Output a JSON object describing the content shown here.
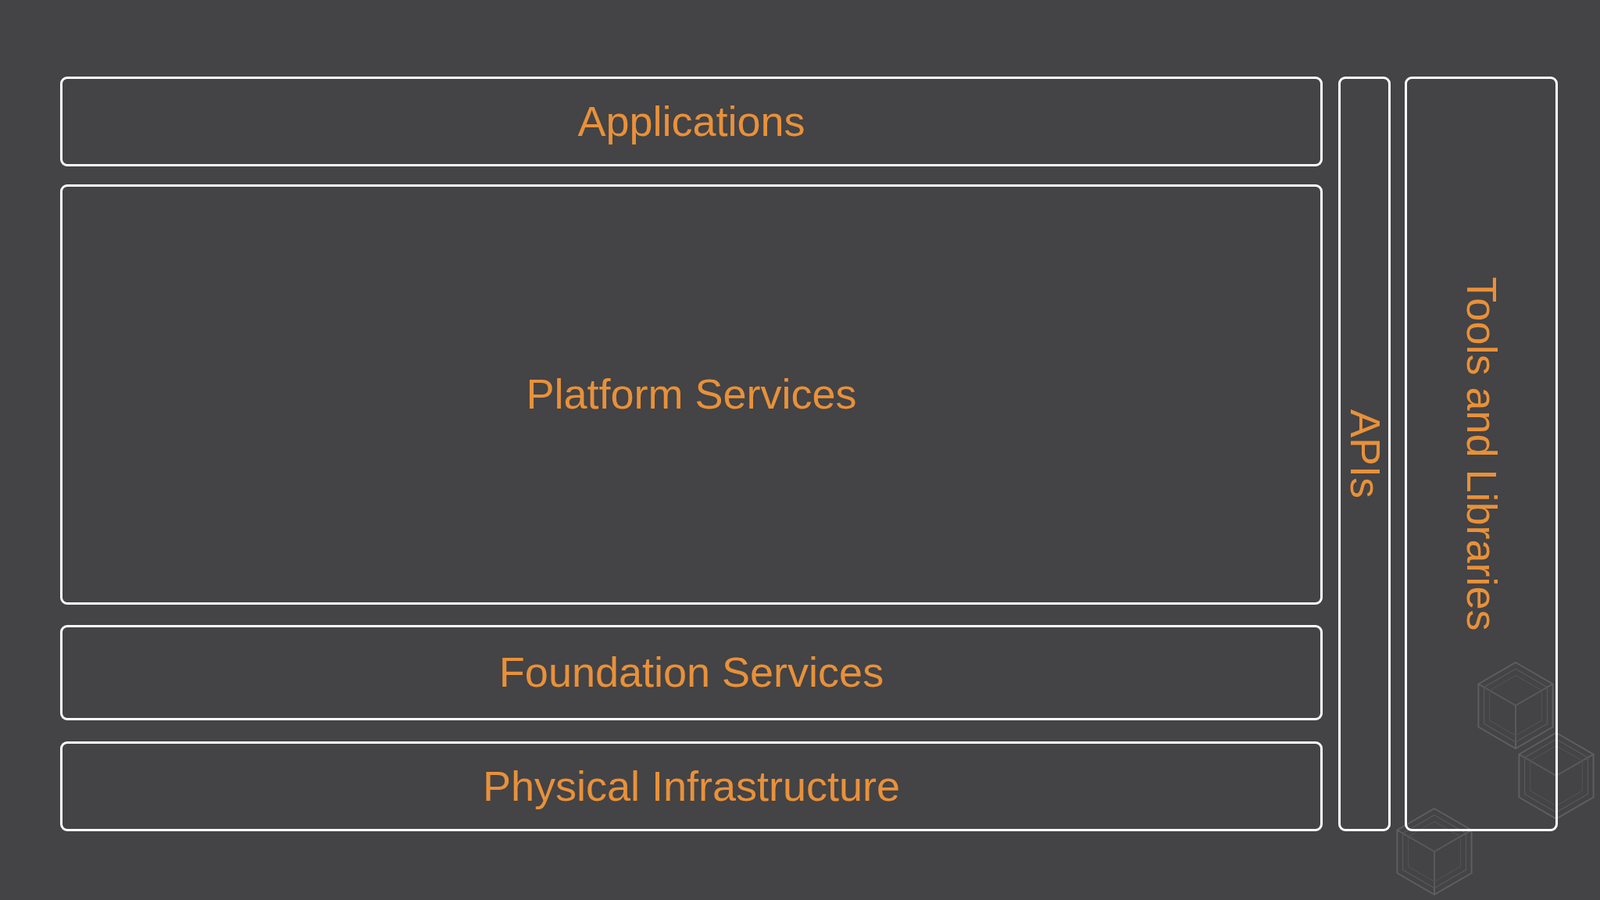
{
  "diagram": {
    "nodes": [
      {
        "text": [
          "Applications"
        ]
      },
      {
        "text": [
          "Platform Services"
        ]
      },
      {
        "text": [
          "Foundation Services"
        ]
      },
      {
        "text": [
          "Physical Infrastructure"
        ]
      },
      {
        "text": [
          "APIs"
        ]
      },
      {
        "text": [
          "Tools and Libraries"
        ]
      }
    ]
  }
}
